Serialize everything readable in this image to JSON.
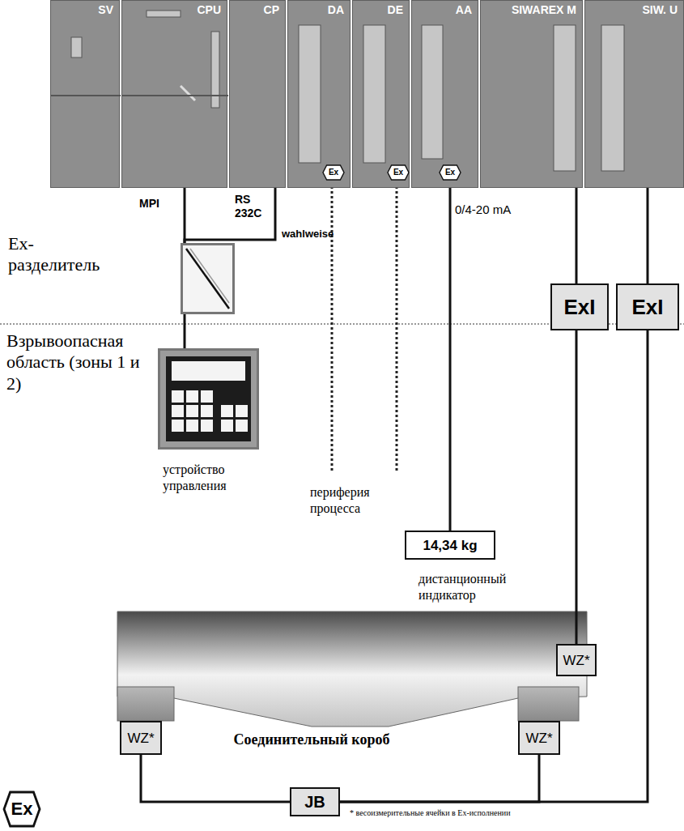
{
  "diagram": {
    "nodes": [
      {
        "text": [
          "SV"
        ]
      },
      {
        "text": [
          "CPU"
        ]
      },
      {
        "text": [
          "CP"
        ]
      },
      {
        "text": [
          "DA"
        ]
      },
      {
        "text": [
          "Ex"
        ],
        "in": 3
      },
      {
        "text": [
          "DE"
        ]
      },
      {
        "text": [
          "Ex"
        ],
        "in": 5
      },
      {
        "text": [
          "AA"
        ]
      },
      {
        "text": [
          "Ex"
        ],
        "in": 7
      },
      {
        "text": [
          "SIWAREX M"
        ]
      },
      {
        "text": [
          "SIW. U"
        ]
      },
      {
        "text": [
          "Ex-разделитель"
        ]
      },
      {
        "text": [
          "ExI"
        ]
      },
      {
        "text": [
          "ExI"
        ]
      },
      {
        "text": [
          "устройство управления"
        ]
      },
      {
        "text": [
          "14,34 kg",
          "дистанционный индикатор"
        ]
      },
      {
        "text": [
          "WZ*"
        ]
      },
      {
        "text": [
          "WZ*"
        ]
      },
      {
        "text": [
          "WZ*"
        ]
      },
      {
        "text": [
          "JB"
        ]
      },
      {
        "text": [
          "Ex"
        ]
      }
    ],
    "edges": [
      {
        "from": 1,
        "to": 11,
        "arrow": "none",
        "label": "MPI"
      },
      {
        "from": 2,
        "to": 11,
        "arrow": "none",
        "label": "RS 232C"
      },
      {
        "from": 11,
        "to": 14,
        "arrow": "none"
      },
      {
        "from": 8,
        "to": 15,
        "arrow": "none",
        "label": "0/4-20 mA"
      },
      {
        "from": 9,
        "to": 12,
        "arrow": "none"
      },
      {
        "from": 12,
        "to": 16,
        "arrow": "none"
      },
      {
        "from": 10,
        "to": 13,
        "arrow": "none"
      },
      {
        "from": 13,
        "to": 19,
        "arrow": "none"
      },
      {
        "from": 17,
        "to": 19,
        "arrow": "none"
      },
      {
        "from": 18,
        "to": 19,
        "arrow": "none"
      }
    ],
    "labels": [
      "wahlweise",
      "Взрывоопасная область (зоны 1 и 2)",
      "периферия процесса",
      "Соединительный короб",
      "* весоизмерительные ячейки в Ex-исполнении"
    ]
  }
}
